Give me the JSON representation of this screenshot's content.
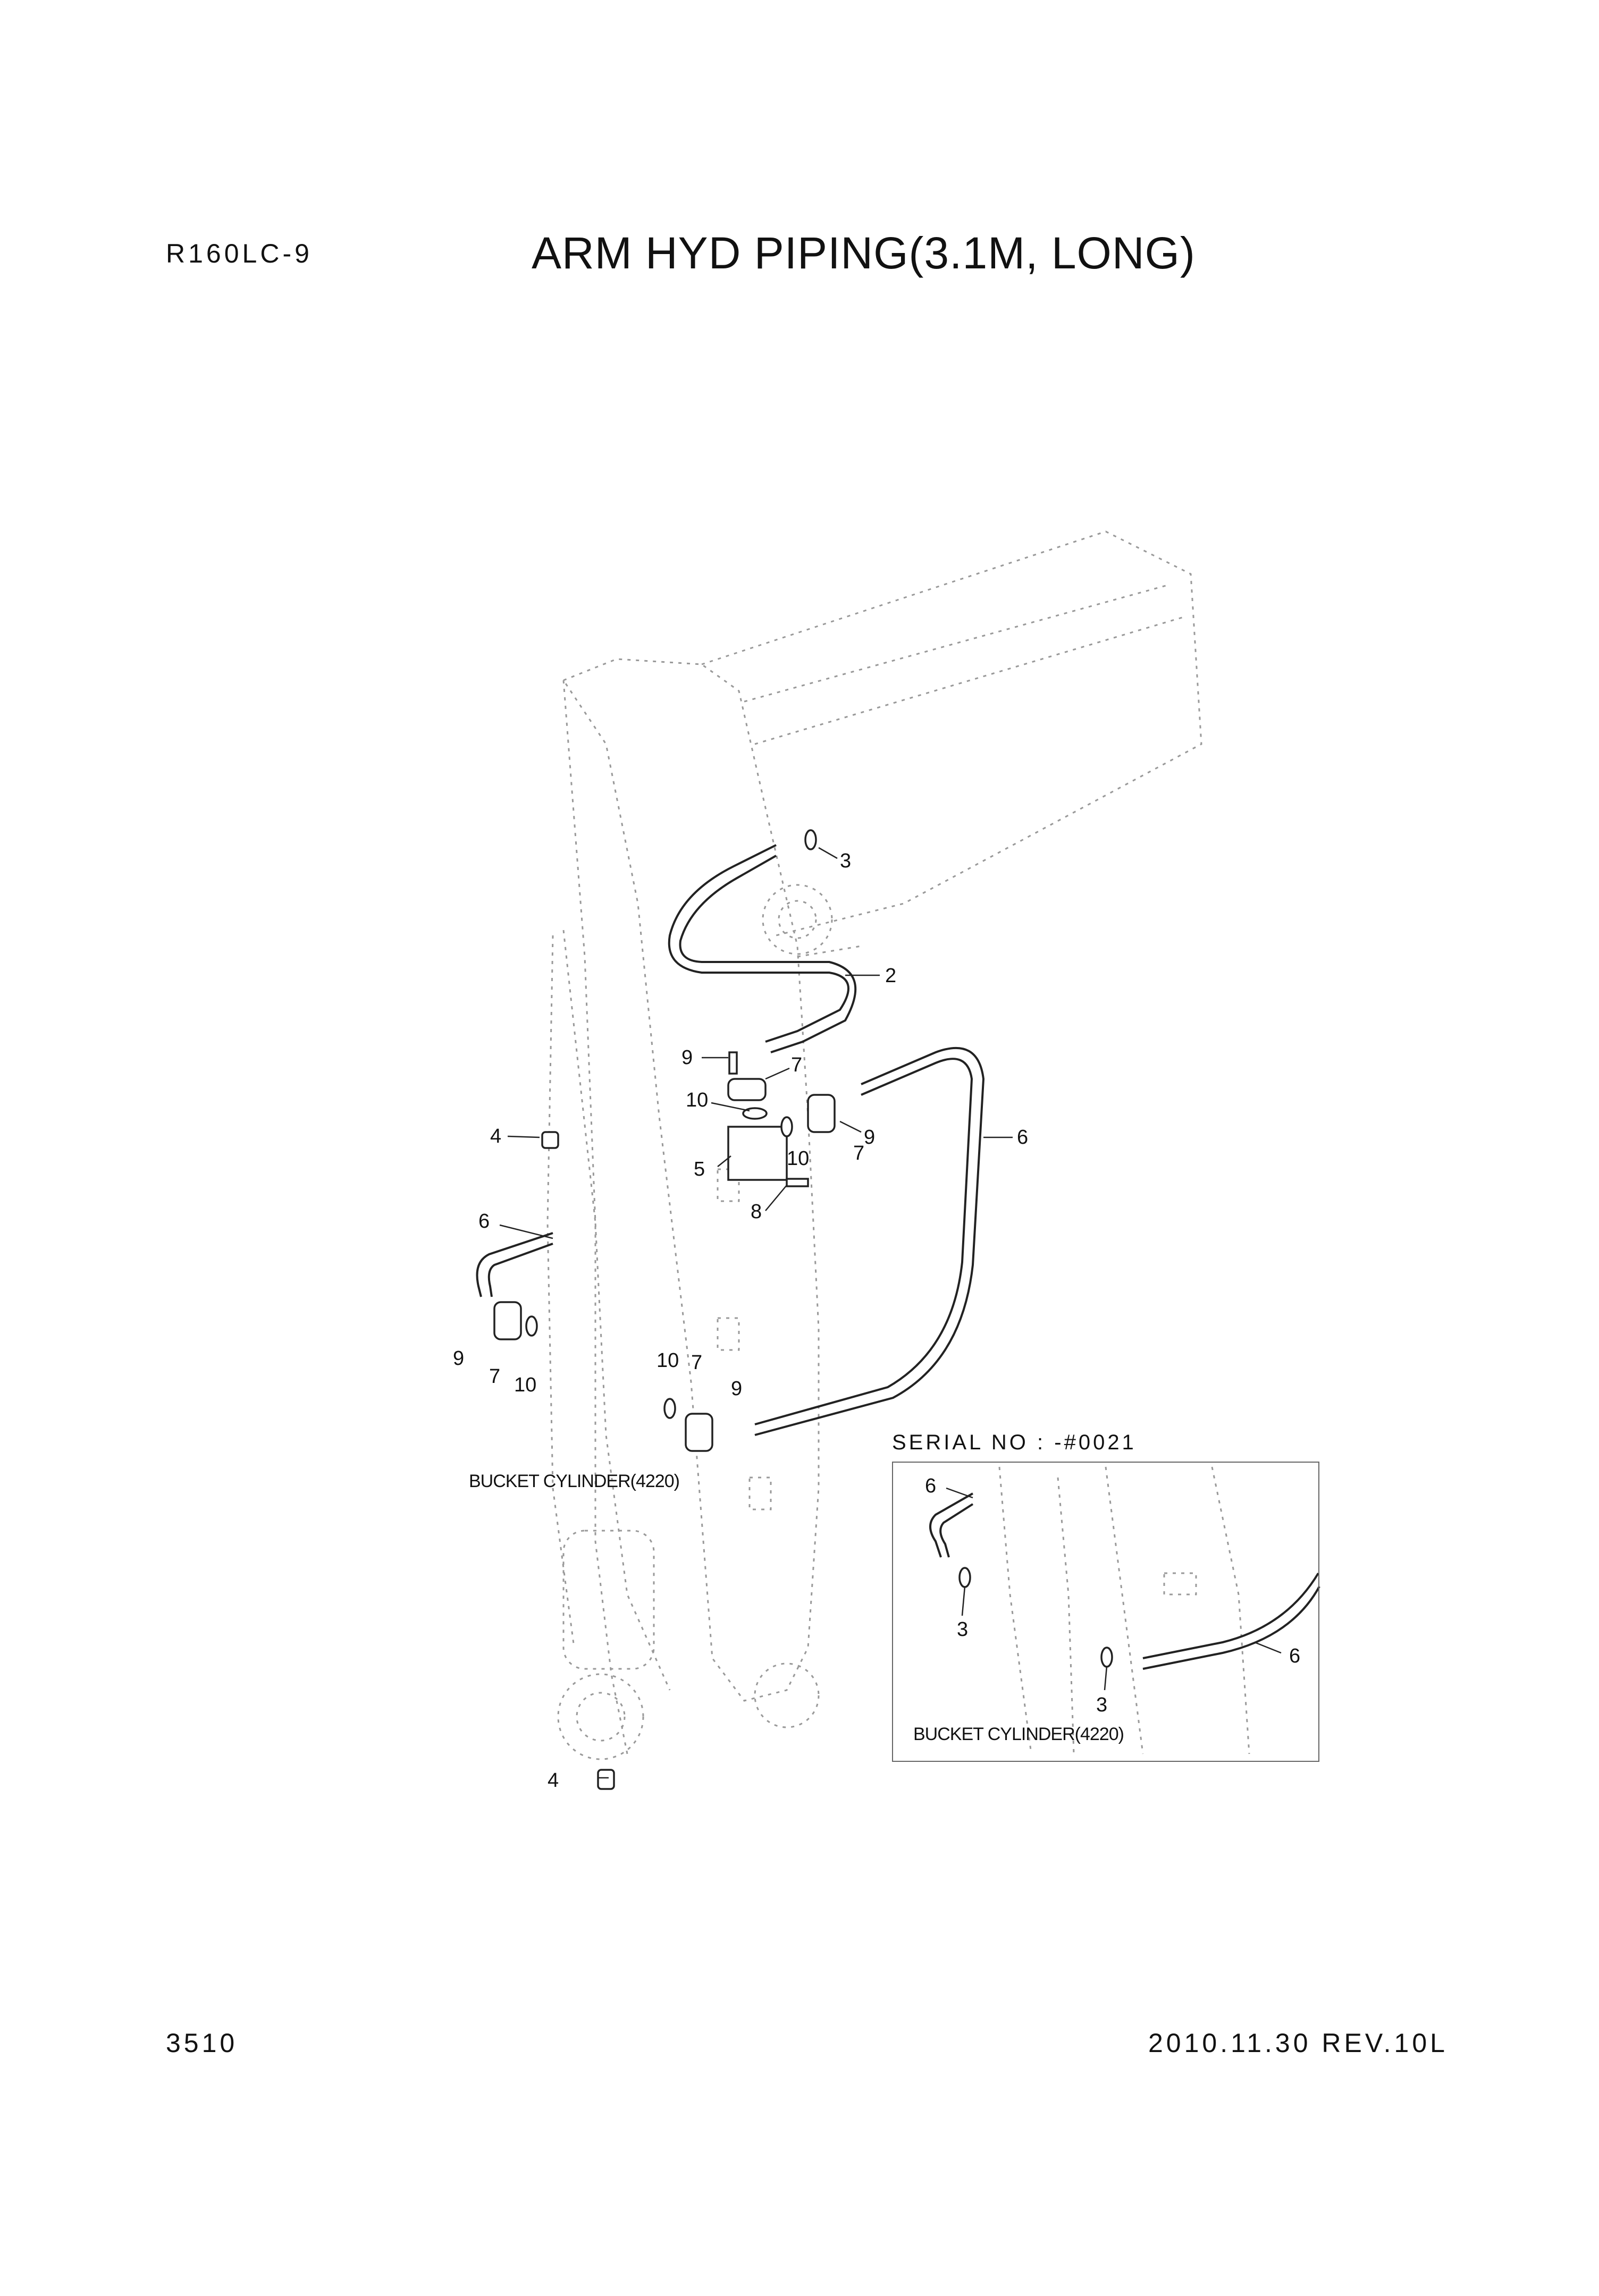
{
  "header": {
    "model": "R160LC-9",
    "title": "ARM HYD PIPING(3.1M, LONG)"
  },
  "footer": {
    "page_number": "3510",
    "revision": "2010.11.30 REV.10L"
  },
  "annotations": {
    "serial_no": "SERIAL NO : -#0021",
    "bucket_cylinder_main": "BUCKET CYLINDER(4220)",
    "bucket_cylinder_inset": "BUCKET CYLINDER(4220)"
  },
  "callouts": {
    "c3a": "3",
    "c2": "2",
    "c9a": "9",
    "c7a": "7",
    "c10a": "10",
    "c9b": "9",
    "c6a": "6",
    "c4a": "4",
    "c10b": "10",
    "c7b": "7",
    "c5": "5",
    "c8": "8",
    "c6b": "6",
    "c9c": "9",
    "c7c": "7",
    "c10c": "10",
    "c10d": "10",
    "c7d": "7",
    "c9d": "9",
    "c4b": "4",
    "i6a": "6",
    "i3a": "3",
    "i3b": "3",
    "i6b": "6"
  }
}
